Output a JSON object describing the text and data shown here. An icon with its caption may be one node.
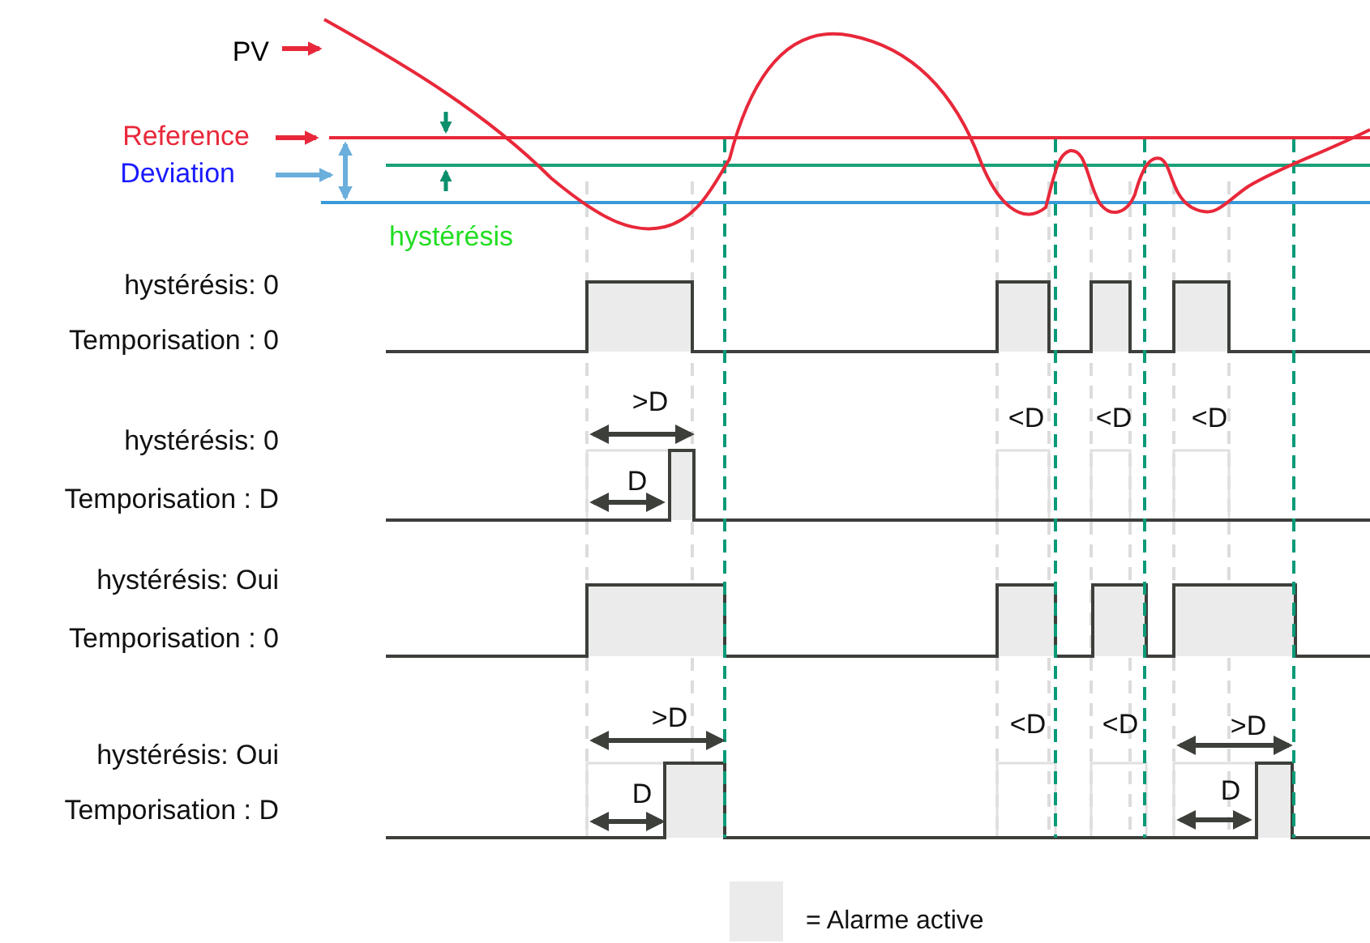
{
  "diagram": {
    "labels": [
      "PV",
      "Reference",
      "Deviation",
      "hystérésis",
      "hystérésis: 0",
      "Temporisation : 0",
      ">D",
      "hystérésis: 0",
      "<D",
      "<D",
      "<D",
      "D",
      "Temporisation : D",
      "hystérésis: Oui",
      "Temporisation : 0",
      ">D",
      "<D",
      "<D",
      ">D",
      "hystérésis: Oui",
      "D",
      "D",
      "Temporisation : D"
    ],
    "legend": [
      {
        "text": "= Alarme active",
        "color": "#ebebeb"
      }
    ]
  }
}
